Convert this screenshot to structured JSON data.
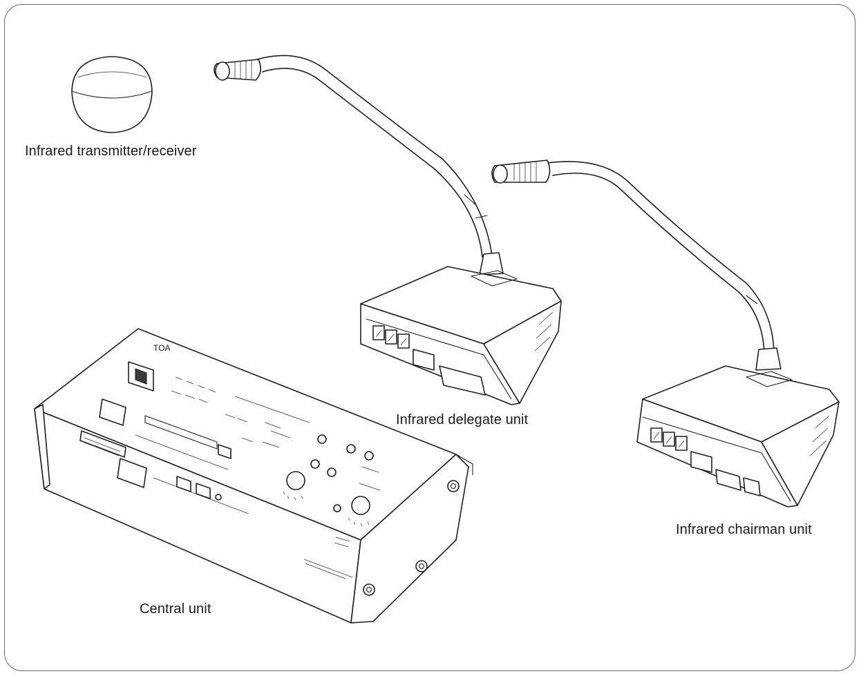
{
  "diagram": {
    "labels": {
      "transmitter": "Infrared transmitter/receiver",
      "delegate": "Infrared delegate unit",
      "chairman": "Infrared chairman unit",
      "central": "Central unit"
    },
    "central_unit_brand": "TOA"
  }
}
